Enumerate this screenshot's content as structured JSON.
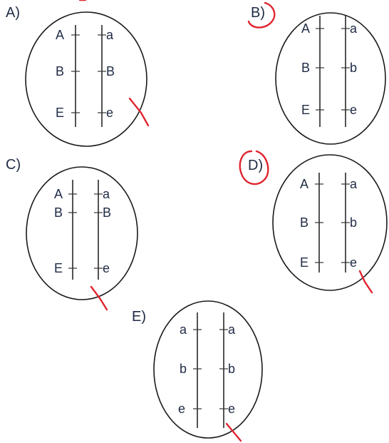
{
  "options": [
    {
      "label": "A)",
      "alleles": [
        [
          "A",
          "a"
        ],
        [
          "B",
          "B"
        ],
        [
          "E",
          "e"
        ]
      ]
    },
    {
      "label": "B)",
      "alleles": [
        [
          "A",
          "a"
        ],
        [
          "B",
          "b"
        ],
        [
          "E",
          "e"
        ]
      ]
    },
    {
      "label": "C)",
      "alleles": [
        [
          "A",
          "a"
        ],
        [
          "B",
          "B"
        ],
        [
          "E",
          "e"
        ]
      ]
    },
    {
      "label": "D)",
      "alleles": [
        [
          "A",
          "a"
        ],
        [
          "B",
          "b"
        ],
        [
          "E",
          "e"
        ]
      ]
    },
    {
      "label": "E)",
      "alleles": [
        [
          "a",
          "a"
        ],
        [
          "b",
          "b"
        ],
        [
          "e",
          "e"
        ]
      ]
    }
  ],
  "colors": {
    "ink": "#1f2a44",
    "annotation": "#e0242f"
  }
}
